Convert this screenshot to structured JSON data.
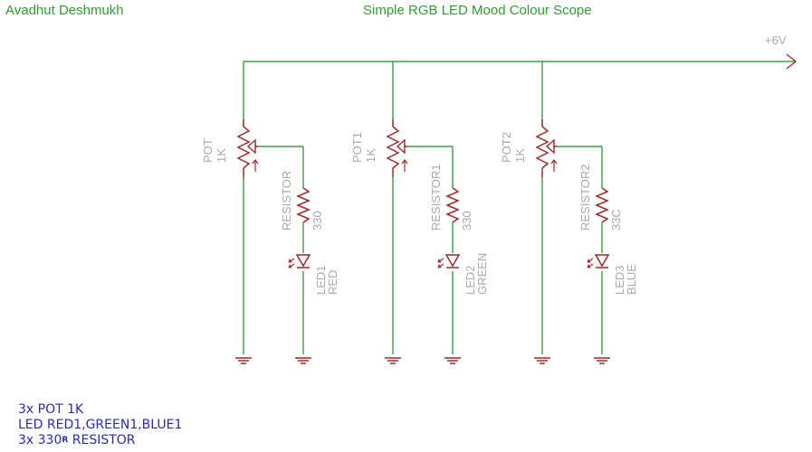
{
  "header": {
    "author": "Avadhut Deshmukh",
    "title": "Simple RGB LED Mood Colour Scope"
  },
  "supply": {
    "label": "+6V"
  },
  "channels": [
    {
      "pot_name": "POT",
      "pot_value": "1K",
      "resistor_name": "RESISTOR",
      "resistor_value": "330",
      "led_name": "LED1",
      "led_color": "RED"
    },
    {
      "pot_name": "POT1",
      "pot_value": "1K",
      "resistor_name": "RESISTOR1",
      "resistor_value": "330",
      "led_name": "LED2",
      "led_color": "GREEN"
    },
    {
      "pot_name": "POT2",
      "pot_value": "1K",
      "resistor_name": "RESISTOR2",
      "resistor_value": "33C",
      "led_name": "LED3",
      "led_color": "BLUE"
    }
  ],
  "bom": {
    "line1": "3x POT 1K",
    "line2": "LED RED1,GREEN1,BLUE1",
    "line3_pre": "3x 330",
    "line3_sup": "R",
    "line3_post": " RESISTOR"
  },
  "colors": {
    "wire": "#1e8c1e",
    "symbol": "#9c2a2a",
    "label": "#a9a9a9",
    "title": "#2e9e2e",
    "note": "#2b2bb0"
  }
}
